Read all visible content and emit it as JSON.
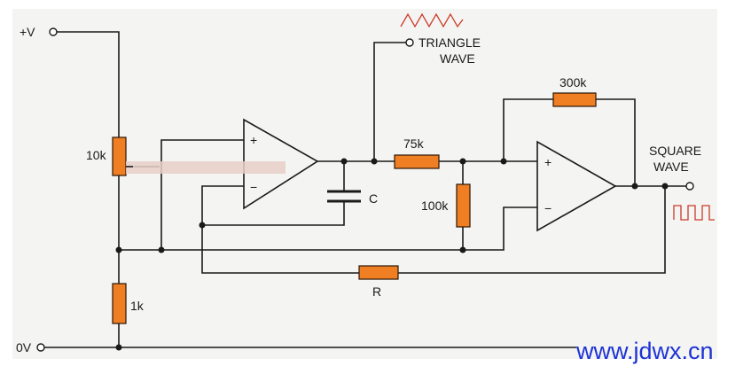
{
  "labels": {
    "supply_pos": "+V",
    "supply_zero": "0V",
    "pot": "10k",
    "r_1k": "1k",
    "cap": "C",
    "r_75k": "75k",
    "r_100k": "100k",
    "r_300k": "300k",
    "r_feedback": "R",
    "out_triangle_1": "TRIANGLE",
    "out_triangle_2": "WAVE",
    "out_square_1": "SQUARE",
    "out_square_2": "WAVE",
    "opamp_plus": "+",
    "opamp_minus": "−",
    "watermark": "www.jdwx.cn"
  },
  "colors": {
    "resistor": "#ef7f22",
    "wire": "#1a1a1a",
    "watermark": "#1d33d6",
    "wave_sketch": "#cc3a2a"
  }
}
